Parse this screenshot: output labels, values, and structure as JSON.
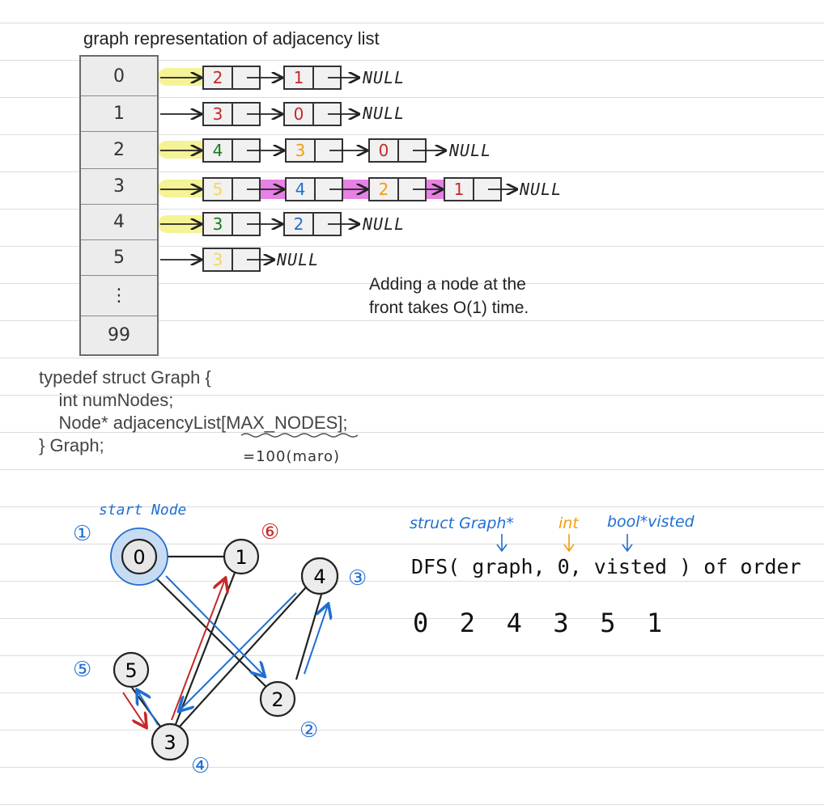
{
  "title": "graph representation of adjacency list",
  "array_indices": [
    "0",
    "1",
    "2",
    "3",
    "4",
    "5",
    "⋮",
    "99"
  ],
  "lists": [
    {
      "index": "0",
      "nodes": [
        "2",
        "1"
      ],
      "null_label": "NULL"
    },
    {
      "index": "1",
      "nodes": [
        "3",
        "0"
      ],
      "null_label": "NULL"
    },
    {
      "index": "2",
      "nodes": [
        "4",
        "3",
        "0"
      ],
      "null_label": "NULL"
    },
    {
      "index": "3",
      "nodes": [
        "5",
        "4",
        "2",
        "1"
      ],
      "null_label": "NULL"
    },
    {
      "index": "4",
      "nodes": [
        "3",
        "2"
      ],
      "null_label": "NULL"
    },
    {
      "index": "5",
      "nodes": [
        "3"
      ],
      "null_label": "NULL"
    }
  ],
  "note_line1": "Adding a node at the",
  "note_line2": "front takes O(1) time.",
  "code": {
    "line1": "typedef struct Graph {",
    "line2": "    int numNodes;",
    "line3": "    Node* adjacencyList[MAX_NODES];",
    "line4": "} Graph;",
    "macro_note": "=100(maro)"
  },
  "graph": {
    "start_label": "start Node",
    "nodes": [
      "0",
      "1",
      "4",
      "5",
      "2",
      "3"
    ],
    "order_marks": [
      "①",
      "②",
      "③",
      "④",
      "⑤",
      "⑥"
    ]
  },
  "dfs": {
    "type1": "struct Graph*",
    "type2": "int",
    "type3": "bool*visted",
    "call": "DFS( graph, 0, visted ) of order",
    "order": "0  2  4  3  5  1"
  },
  "colors": {
    "blue": "#1f6fd1",
    "red": "#c62828",
    "orange": "#f39c12",
    "green": "#1b7a1b",
    "yellow_hl": "#f3f07a",
    "pink_hl": "#e36be0"
  }
}
